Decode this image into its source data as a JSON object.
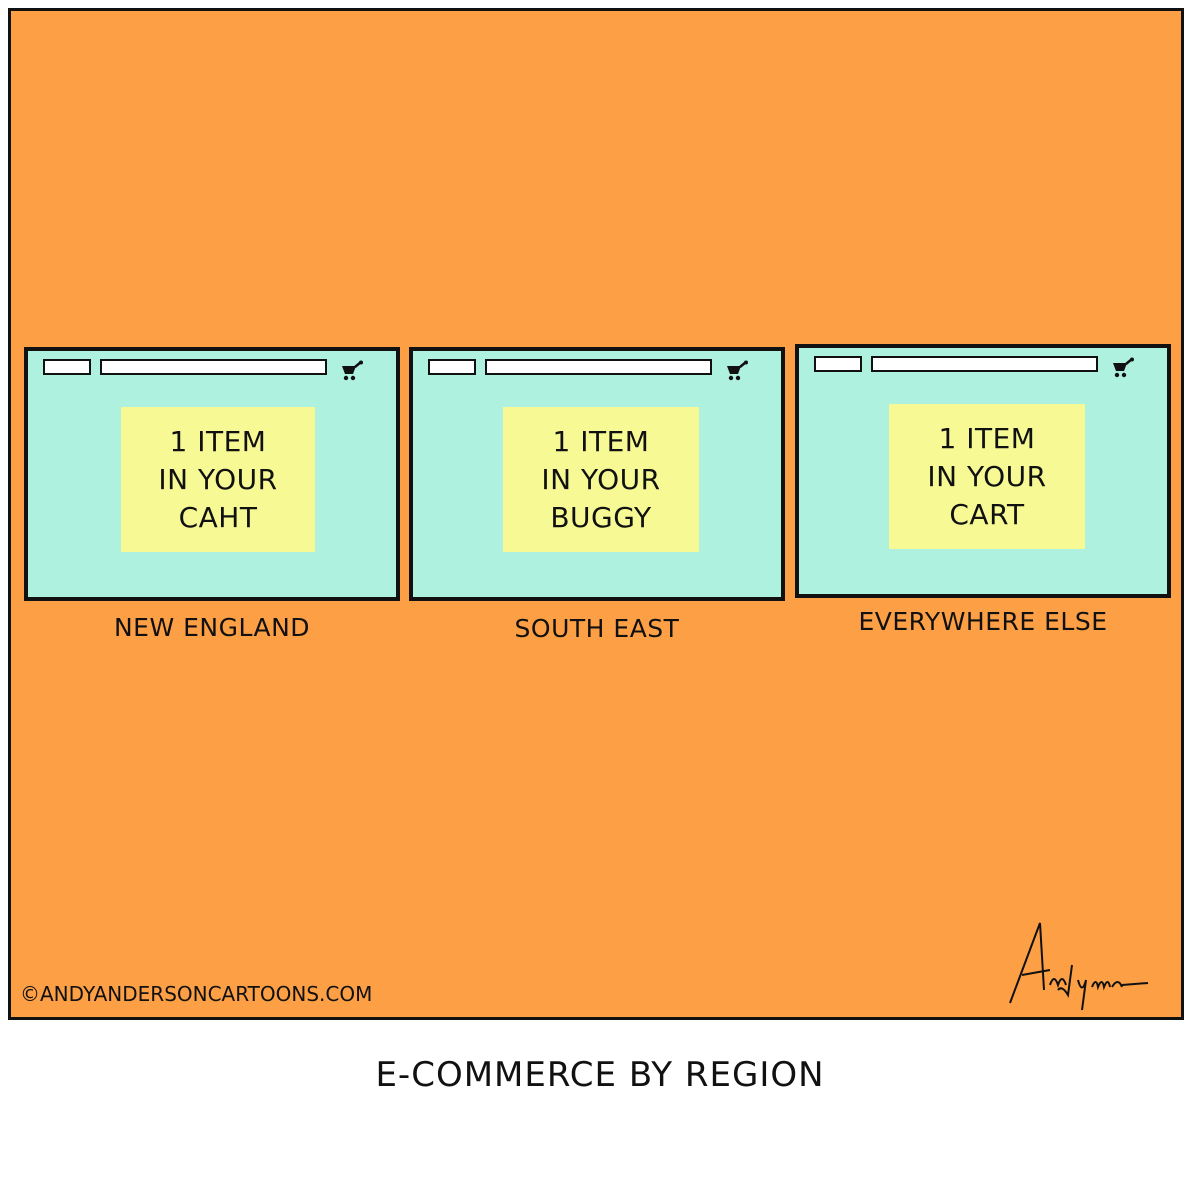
{
  "cartoon": {
    "caption": "E-COMMERCE BY REGION",
    "copyright": "©ANDYANDERSONCARTOONS.COM",
    "signature": "Andyman",
    "colors": {
      "background": "#fd9f45",
      "window": "#aef1de",
      "note": "#f7f995",
      "outline": "#111111"
    },
    "windows": [
      {
        "region": "NEW ENGLAND",
        "lines": [
          "1 ITEM",
          "IN YOUR",
          "CAHT"
        ],
        "icon": "shopping-cart-icon"
      },
      {
        "region": "SOUTH EAST",
        "lines": [
          "1 ITEM",
          "IN YOUR",
          "BUGGY"
        ],
        "icon": "shopping-cart-icon"
      },
      {
        "region": "EVERYWHERE ELSE",
        "lines": [
          "1 ITEM",
          "IN YOUR",
          "CART"
        ],
        "icon": "shopping-cart-icon"
      }
    ]
  }
}
